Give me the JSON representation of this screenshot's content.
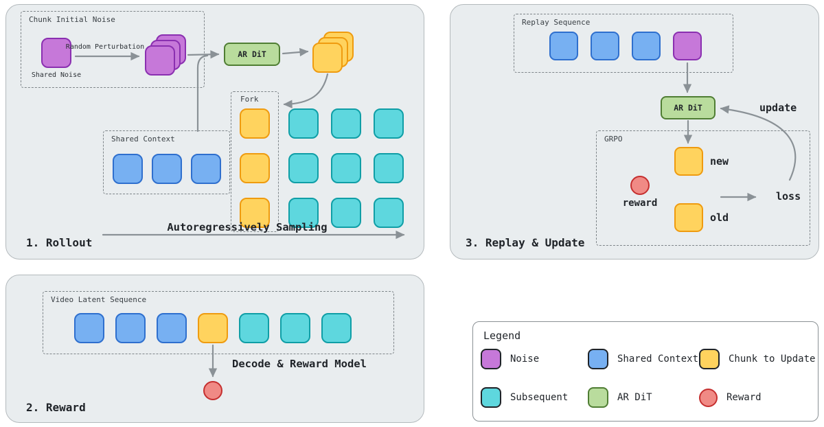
{
  "colors": {
    "panel-bg": "#e9edef",
    "panel-border": "#b3b9bc",
    "dashed-border": "#7d8488",
    "arrow": "#8a9196",
    "text": "#1f2328",
    "noise-fill": "#c678d9",
    "noise-border": "#8a2fb0",
    "context-fill": "#77b0f2",
    "context-border": "#2e6fce",
    "update-fill": "#ffd35e",
    "update-border": "#ef9b0f",
    "subsequent-fill": "#5ed7de",
    "subsequent-border": "#0f9ea6",
    "ardit-fill": "#b9dc9d",
    "ardit-border": "#4f7d33",
    "reward-fill": "#f08a85",
    "reward-border": "#c52f2f",
    "legend-bg": "#ffffff",
    "legend-border": "#8a9094"
  },
  "panel_rollout": {
    "title": "1. Rollout",
    "chunk_initial_noise": "Chunk Initial Noise",
    "shared_noise": "Shared Noise",
    "random_perturbation": "Random Perturbation",
    "ar_dit": "AR DiT",
    "fork": "Fork",
    "shared_context": "Shared Context",
    "autoregressive": "Autoregressively Sampling"
  },
  "panel_reward": {
    "title": "2. Reward",
    "video_latent_sequence": "Video Latent Sequence",
    "decode_reward_model": "Decode & Reward Model"
  },
  "panel_replay": {
    "title": "3. Replay & Update",
    "replay_sequence": "Replay Sequence",
    "ar_dit": "AR DiT",
    "grpo": "GRPO",
    "new": "new",
    "old": "old",
    "reward": "reward",
    "loss": "loss",
    "update": "update"
  },
  "legend": {
    "title": "Legend",
    "items": [
      {
        "label": "Noise"
      },
      {
        "label": "Shared Context"
      },
      {
        "label": "Chunk to Update"
      },
      {
        "label": "Subsequent"
      },
      {
        "label": "AR DiT"
      },
      {
        "label": "Reward"
      }
    ]
  }
}
